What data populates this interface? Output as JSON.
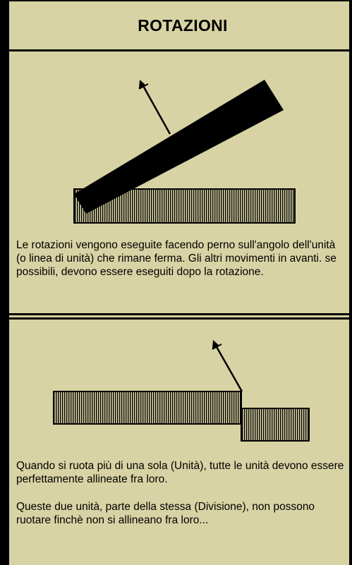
{
  "header": {
    "title": "ROTAZIONI"
  },
  "panel1": {
    "caption": "Le rotazioni vengono eseguite facendo perno sull'angolo dell'unità (o linea di unità) che rimane ferma. Gli altri movimenti in avanti. se possibili, devono essere eseguiti dopo la rotazione."
  },
  "panel2": {
    "caption_1": "Quando si ruota più di una sola (Unità), tutte le unità devono essere perfettamente allineate fra loro.",
    "caption_2": "Queste due unità, parte della stessa (Divisione), non possono ruotare finchè non si allineano fra loro..."
  },
  "colors": {
    "background": "#d8d3a4",
    "ink": "#000000"
  }
}
